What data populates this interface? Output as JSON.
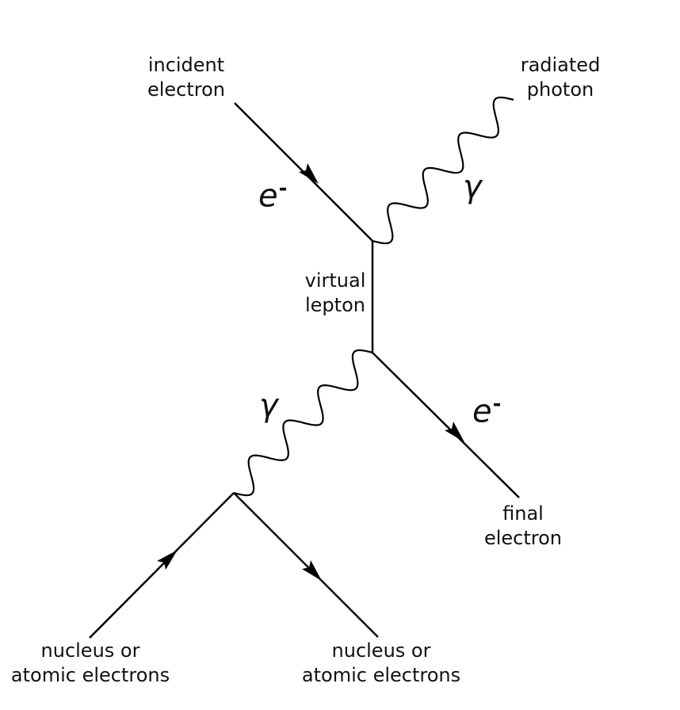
{
  "diagram": {
    "labels": {
      "incident_electron": [
        "incident",
        "electron"
      ],
      "radiated_photon": [
        "radiated",
        "photon"
      ],
      "virtual_lepton": [
        "virtual",
        "lepton"
      ],
      "final_electron": [
        "final",
        "electron"
      ],
      "nucleus_left": [
        "nucleus or",
        "atomic electrons"
      ],
      "nucleus_right": [
        "nucleus or",
        "atomic electrons"
      ]
    },
    "symbols": {
      "electron_in": {
        "letter": "e",
        "charge": "-"
      },
      "photon_out": {
        "letter": "γ"
      },
      "photon_exchange": {
        "letter": "γ"
      },
      "electron_out": {
        "letter": "e",
        "charge": "-"
      }
    },
    "colors": {
      "line": "#000000",
      "text": "#111111"
    }
  }
}
